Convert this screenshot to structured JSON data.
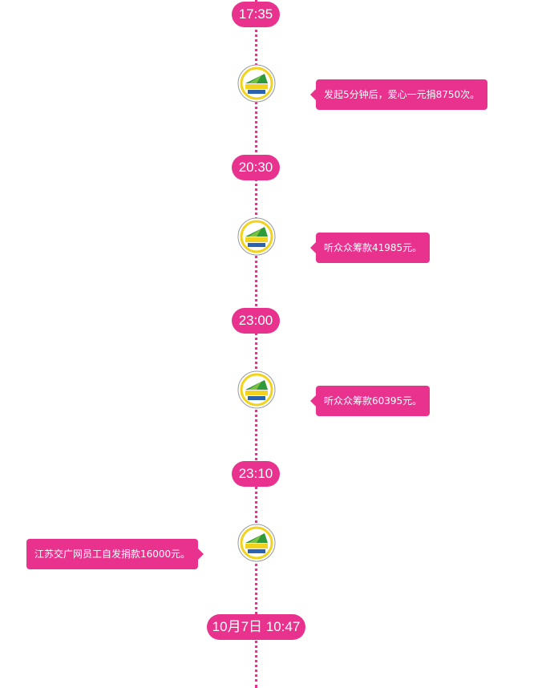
{
  "colors": {
    "accent": "#e8328e",
    "text_on_accent": "#ffffff"
  },
  "timeline": [
    {
      "time": "17:35",
      "event": "发起5分钟后，爱心一元捐8750次。",
      "side": "right"
    },
    {
      "time": "20:30",
      "event": "听众众筹款41985元。",
      "side": "right"
    },
    {
      "time": "23:00",
      "event": "听众众筹款60395元。",
      "side": "right"
    },
    {
      "time": "23:10",
      "event": "江苏交广网员工自发捐款16000元。",
      "side": "left"
    },
    {
      "time": "10月7日 10:47"
    }
  ],
  "logo_icon": "station-logo-icon"
}
